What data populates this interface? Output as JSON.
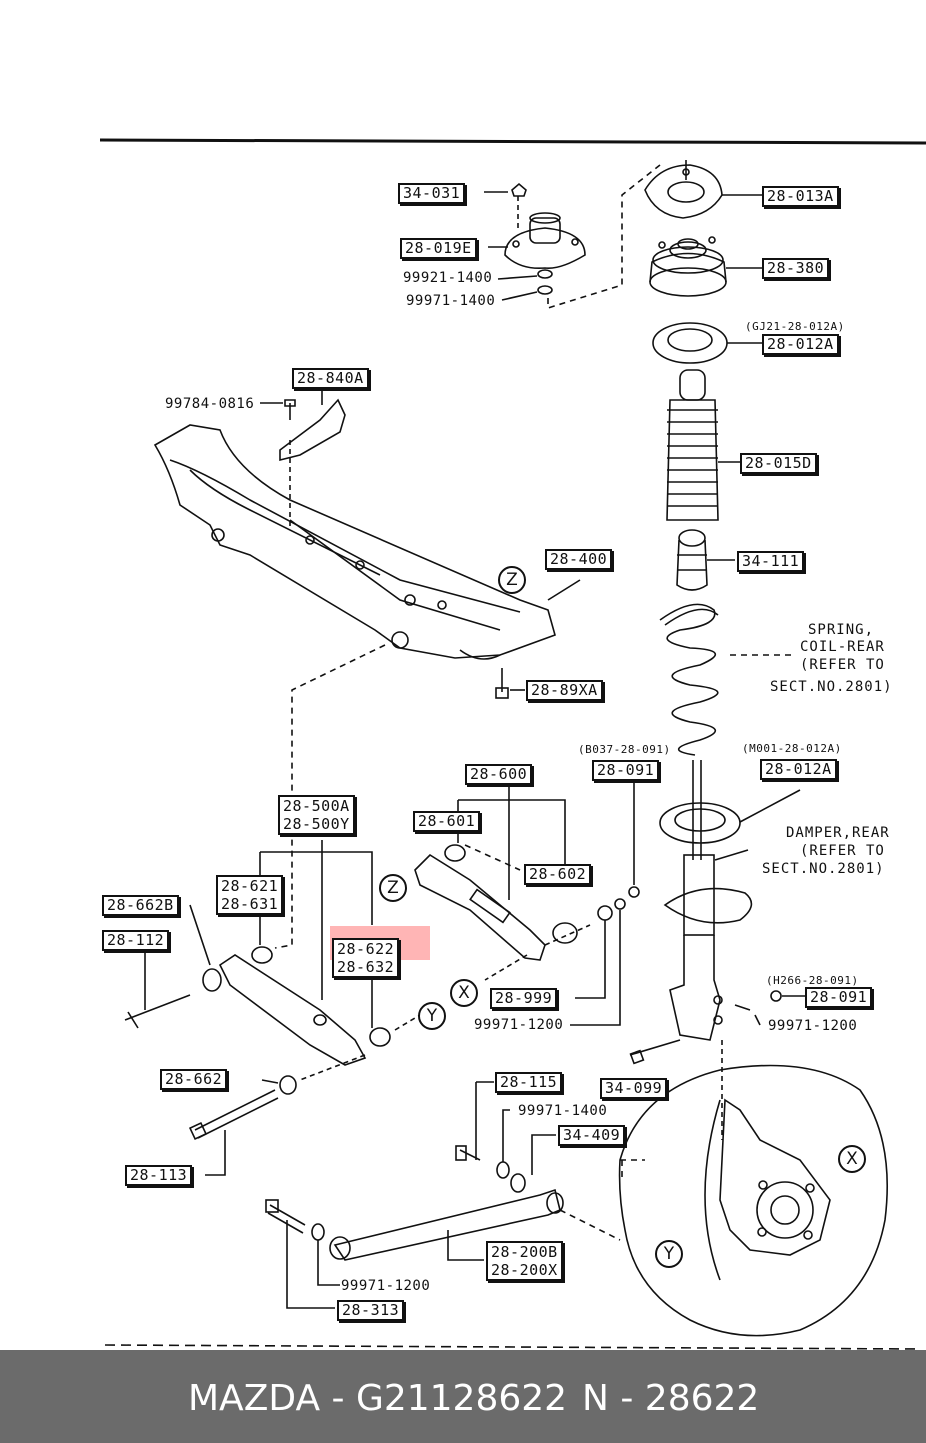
{
  "labels": {
    "p34_031": "34-031",
    "p28_019e": "28-019E",
    "p99921_1400": "99921-1400",
    "p99971_1400_top": "99971-1400",
    "p28_013a": "28-013A",
    "p28_380": "28-380",
    "gj21": "(GJ21-28-012A)",
    "p28_012a_top": "28-012A",
    "p28_840a": "28-840A",
    "p99784": "99784-0816",
    "p28_015d": "28-015D",
    "p34_111": "34-111",
    "p28_400": "28-400",
    "spring_note_1": "SPRING,",
    "spring_note_2": "COIL-REAR",
    "spring_note_3": "(REFER TO",
    "spring_note_4": "SECT.NO.2801)",
    "p28_89xa": "28-89XA",
    "b037": "(B037-28-091)",
    "m001": "(M001-28-012A)",
    "p28_600": "28-600",
    "p28_091_a": "28-091",
    "p28_012a_mid": "28-012A",
    "p28_500a": "28-500A",
    "p28_500y": "28-500Y",
    "p28_601": "28-601",
    "damper_note_1": "DAMPER,REAR",
    "damper_note_2": "(REFER TO",
    "damper_note_3": "SECT.NO.2801)",
    "p28_602": "28-602",
    "p28_621": "28-621",
    "p28_631": "28-631",
    "p28_662b": "28-662B",
    "p28_112": "28-112",
    "p28_622": "28-622",
    "p28_632": "28-632",
    "h266": "(H266-28-091)",
    "p28_091_b": "28-091",
    "p99971_1200_r": "99971-1200",
    "p28_999": "28-999",
    "p99971_1200_m": "99971-1200",
    "p28_662": "28-662",
    "p28_115": "28-115",
    "p34_099": "34-099",
    "p99971_1400_b": "99971-1400",
    "p34_409": "34-409",
    "p28_113": "28-113",
    "p28_200b": "28-200B",
    "p28_200x": "28-200X",
    "p99971_1200_b": "99971-1200",
    "p28_313": "28-313"
  },
  "markers": {
    "z1": "Z",
    "z2": "Z",
    "x1": "X",
    "x2": "X",
    "y1": "Y",
    "y2": "Y"
  },
  "highlight_color": "#ff5a5a",
  "footer": {
    "brand_part": "MAZDA - G21128622",
    "number": "N - 28622"
  }
}
